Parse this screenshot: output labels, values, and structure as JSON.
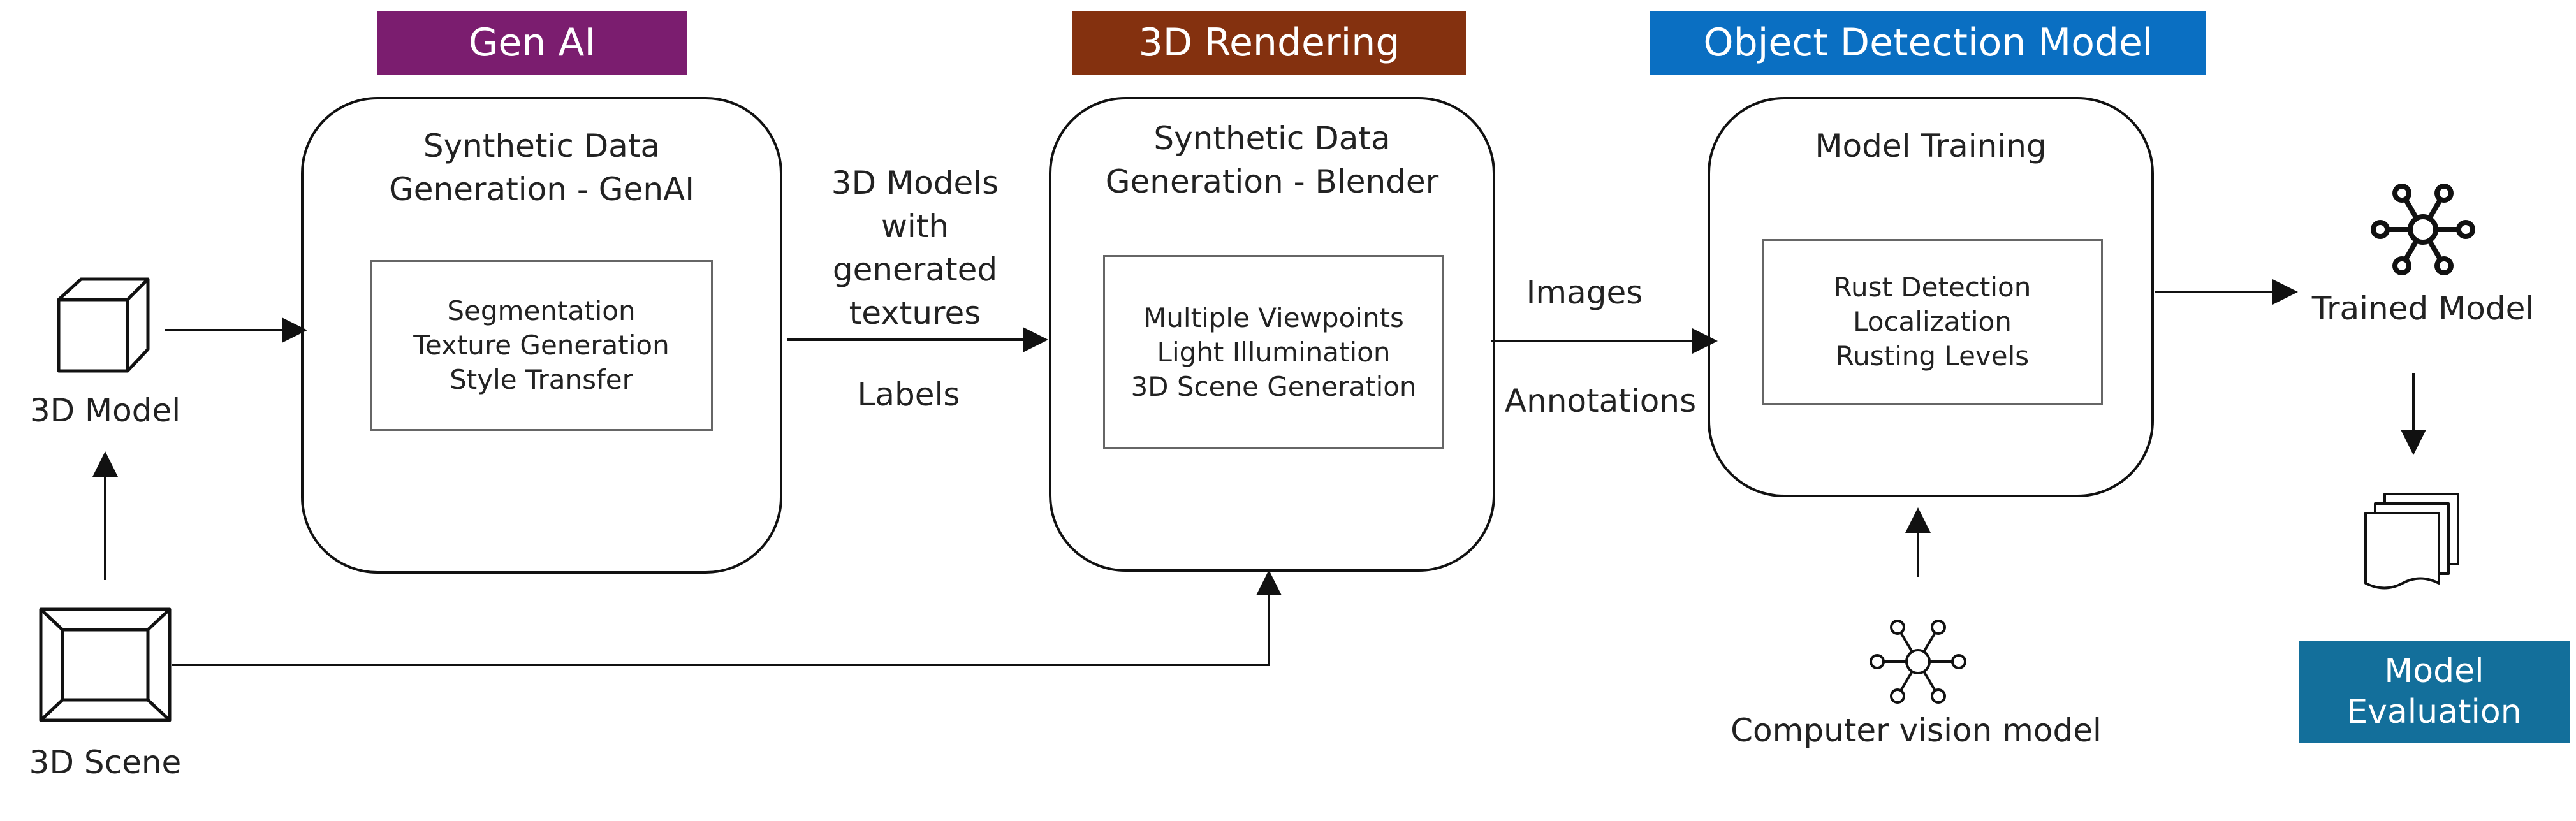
{
  "headers": {
    "gen_ai": "Gen AI",
    "rendering": "3D Rendering",
    "detection": "Object Detection Model"
  },
  "colors": {
    "gen_ai": "#7b1d6f",
    "rendering": "#84310f",
    "detection": "#0a6fc2",
    "evaluation": "#136f9b"
  },
  "stages": {
    "genai": {
      "title": [
        "Synthetic Data",
        "Generation - GenAI"
      ],
      "steps": [
        "Segmentation",
        "Texture Generation",
        "Style Transfer"
      ]
    },
    "blender": {
      "title": [
        "Synthetic Data",
        "Generation - Blender"
      ],
      "steps": [
        "Multiple Viewpoints",
        "Light Illumination",
        "3D Scene Generation"
      ]
    },
    "training": {
      "title": [
        "Model Training"
      ],
      "steps": [
        "Rust Detection",
        "Localization",
        "Rusting Levels"
      ]
    }
  },
  "labels": {
    "model_3d": "3D Model",
    "scene_3d": "3D Scene",
    "models_with_textures": [
      "3D Models",
      "with",
      "generated",
      "textures"
    ],
    "labels": "Labels",
    "images": "Images",
    "annotations": "Annotations",
    "trained_model": "Trained Model",
    "cv_model": "Computer vision model",
    "evaluation": [
      "Model",
      "Evaluation"
    ]
  },
  "icons": {
    "cube": "cube-icon",
    "scene": "scene-frame-icon",
    "network": "network-node-icon",
    "documents": "document-stack-icon"
  }
}
